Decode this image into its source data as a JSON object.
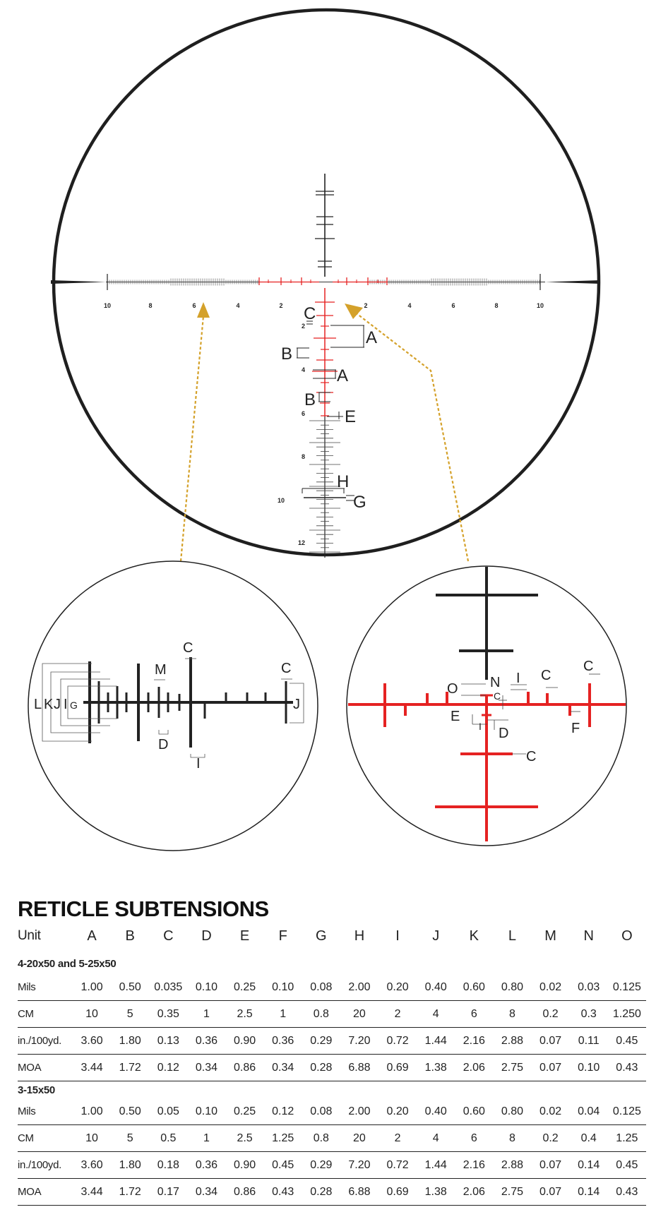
{
  "diagram": {
    "colors": {
      "reticle_black": "#222222",
      "reticle_red": "#e52222",
      "arrow": "#d4a12a"
    },
    "horizontal_labels_left": [
      "10",
      "8",
      "6",
      "4",
      "2"
    ],
    "horizontal_labels_right": [
      "2",
      "4",
      "6",
      "8",
      "10"
    ],
    "vertical_labels": [
      "2",
      "4",
      "6",
      "8",
      "10",
      "12"
    ],
    "main_callouts": {
      "c": "C",
      "a1": "A",
      "b1": "B",
      "a2": "A",
      "b2": "B",
      "e": "E",
      "h": "H",
      "g": "G"
    },
    "left_inset_callouts": {
      "c1": "C",
      "c2": "C",
      "m": "M",
      "d": "D",
      "i": "I",
      "j": "J",
      "l": "L",
      "k": "K",
      "j2": "J",
      "i2": "I",
      "g": "G"
    },
    "right_inset_callouts": {
      "c1": "C",
      "c2": "C",
      "c3": "C",
      "c4": "C",
      "o": "O",
      "n": "N",
      "i": "I",
      "e": "E",
      "i2": "I",
      "d": "D",
      "f": "F"
    }
  },
  "table": {
    "title": "RETICLE SUBTENSIONS",
    "header": [
      "Unit",
      "A",
      "B",
      "C",
      "D",
      "E",
      "F",
      "G",
      "H",
      "I",
      "J",
      "K",
      "L",
      "M",
      "N",
      "O"
    ],
    "groups": [
      {
        "name": "4-20x50 and 5-25x50",
        "rows": [
          [
            "Mils",
            "1.00",
            "0.50",
            "0.035",
            "0.10",
            "0.25",
            "0.10",
            "0.08",
            "2.00",
            "0.20",
            "0.40",
            "0.60",
            "0.80",
            "0.02",
            "0.03",
            "0.125"
          ],
          [
            "CM",
            "10",
            "5",
            "0.35",
            "1",
            "2.5",
            "1",
            "0.8",
            "20",
            "2",
            "4",
            "6",
            "8",
            "0.2",
            "0.3",
            "1.250"
          ],
          [
            "in./100yd.",
            "3.60",
            "1.80",
            "0.13",
            "0.36",
            "0.90",
            "0.36",
            "0.29",
            "7.20",
            "0.72",
            "1.44",
            "2.16",
            "2.88",
            "0.07",
            "0.11",
            "0.45"
          ],
          [
            "MOA",
            "3.44",
            "1.72",
            "0.12",
            "0.34",
            "0.86",
            "0.34",
            "0.28",
            "6.88",
            "0.69",
            "1.38",
            "2.06",
            "2.75",
            "0.07",
            "0.10",
            "0.43"
          ]
        ]
      },
      {
        "name": "3-15x50",
        "rows": [
          [
            "Mils",
            "1.00",
            "0.50",
            "0.05",
            "0.10",
            "0.25",
            "0.12",
            "0.08",
            "2.00",
            "0.20",
            "0.40",
            "0.60",
            "0.80",
            "0.02",
            "0.04",
            "0.125"
          ],
          [
            "CM",
            "10",
            "5",
            "0.5",
            "1",
            "2.5",
            "1.25",
            "0.8",
            "20",
            "2",
            "4",
            "6",
            "8",
            "0.2",
            "0.4",
            "1.25"
          ],
          [
            "in./100yd.",
            "3.60",
            "1.80",
            "0.18",
            "0.36",
            "0.90",
            "0.45",
            "0.29",
            "7.20",
            "0.72",
            "1.44",
            "2.16",
            "2.88",
            "0.07",
            "0.14",
            "0.45"
          ],
          [
            "MOA",
            "3.44",
            "1.72",
            "0.17",
            "0.34",
            "0.86",
            "0.43",
            "0.28",
            "6.88",
            "0.69",
            "1.38",
            "2.06",
            "2.75",
            "0.07",
            "0.14",
            "0.43"
          ]
        ]
      }
    ]
  }
}
